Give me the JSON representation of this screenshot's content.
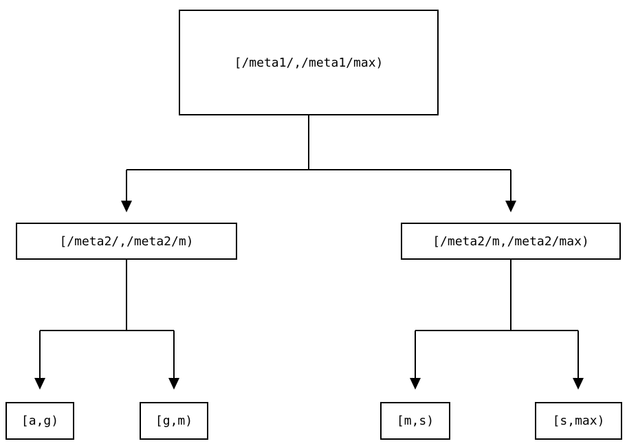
{
  "diagram": {
    "type": "tree",
    "description": "Interval partition tree: a meta1 range split into two meta2 ranges, each split into two key ranges",
    "colors": {
      "background": "#ffffff",
      "line": "#000000",
      "text": "#000000",
      "box_border": "#000000"
    },
    "nodes": {
      "root": {
        "label": "[/meta1/,/meta1/max)"
      },
      "level2_left": {
        "label": "[/meta2/,/meta2/m)"
      },
      "level2_right": {
        "label": "[/meta2/m,/meta2/max)"
      },
      "leaf_a_g": {
        "label": "[a,g)"
      },
      "leaf_g_m": {
        "label": "[g,m)"
      },
      "leaf_m_s": {
        "label": "[m,s)"
      },
      "leaf_s_max": {
        "label": "[s,max)"
      }
    },
    "edges": [
      {
        "from": "root",
        "to": "level2_left",
        "arrow": "down"
      },
      {
        "from": "root",
        "to": "level2_right",
        "arrow": "down"
      },
      {
        "from": "level2_left",
        "to": "leaf_a_g",
        "arrow": "down"
      },
      {
        "from": "level2_left",
        "to": "leaf_g_m",
        "arrow": "down"
      },
      {
        "from": "level2_right",
        "to": "leaf_m_s",
        "arrow": "down"
      },
      {
        "from": "level2_right",
        "to": "leaf_s_max",
        "arrow": "down"
      }
    ]
  }
}
